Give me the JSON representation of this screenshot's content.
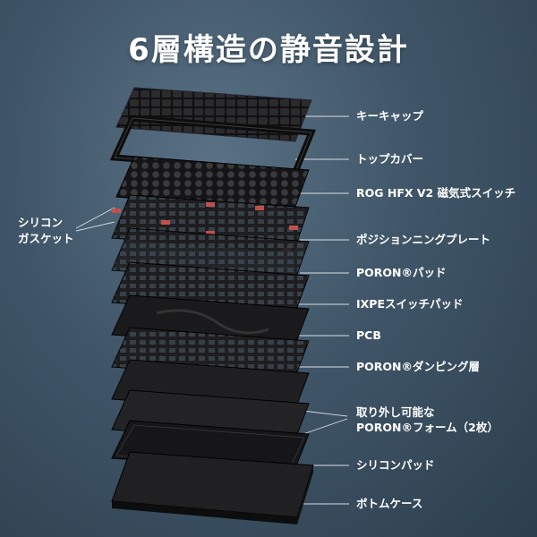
{
  "title": "6層構造の静音設計",
  "left_label": {
    "line1": "シリコン",
    "line2": "ガスケット"
  },
  "layers": [
    {
      "name": "keycaps",
      "label": "キーキャップ"
    },
    {
      "name": "top-cover",
      "label": "トップカバー"
    },
    {
      "name": "switches",
      "label": "ROG HFX V2 磁気式スイッチ"
    },
    {
      "name": "plate",
      "label": "ポジションニングプレート"
    },
    {
      "name": "poron-pad",
      "label": "PORON®パッド"
    },
    {
      "name": "ixpe-pad",
      "label": "IXPEスイッチパッド"
    },
    {
      "name": "pcb",
      "label": "PCB"
    },
    {
      "name": "poron-damping",
      "label": "PORON®ダンピング層"
    },
    {
      "name": "poron-foam",
      "label_line1": "取り外し可能な",
      "label_line2": "PORON®フォーム（2枚）"
    },
    {
      "name": "silicone-pad",
      "label": "シリコンパッド"
    },
    {
      "name": "bottom-case",
      "label": "ボトムケース"
    }
  ],
  "colors": {
    "accent_gasket": "#c0504d",
    "layer_dark": "#1c1c1e",
    "layer_mid": "#2a2a2d"
  }
}
